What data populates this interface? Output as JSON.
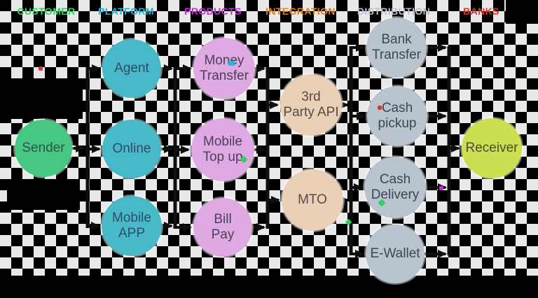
{
  "diagram": {
    "headers": [
      {
        "label": "CUSTOMER",
        "color": "#2fd066"
      },
      {
        "label": "PLATFORM",
        "color": "#25b6d2"
      },
      {
        "label": "PRODUCTS",
        "color": "#c32fd2"
      },
      {
        "label": "INTEGRATION",
        "color": "#dd7f1f"
      },
      {
        "label": "DISTRIBUTION",
        "color": "#b7c0ca"
      },
      {
        "label": "BANKS",
        "color": "#d8352b"
      }
    ],
    "nodes": [
      {
        "label": "Sender",
        "lines": [
          "Sender"
        ],
        "group": "CUSTOMER",
        "fill": "#46c883"
      },
      {
        "label": "Agent",
        "lines": [
          "Agent"
        ],
        "group": "PLATFORM",
        "fill": "#48b9c9"
      },
      {
        "label": "Online",
        "lines": [
          "Online"
        ],
        "group": "PLATFORM",
        "fill": "#48b9c9"
      },
      {
        "label": "Mobile APP",
        "lines": [
          "Mobile",
          "APP"
        ],
        "group": "PLATFORM",
        "fill": "#48b9c9"
      },
      {
        "label": "Money Transfer",
        "lines": [
          "Money",
          "Transfer"
        ],
        "group": "PRODUCTS",
        "fill": "#dfa9e3"
      },
      {
        "label": "Mobile Top up",
        "lines": [
          "Mobile",
          "Top up"
        ],
        "group": "PRODUCTS",
        "fill": "#dfa9e3"
      },
      {
        "label": "Bill Pay",
        "lines": [
          "Bill",
          "Pay"
        ],
        "group": "PRODUCTS",
        "fill": "#dfa9e3"
      },
      {
        "label": "3rd Party API",
        "lines": [
          "3rd",
          "Party API"
        ],
        "group": "INTEGRATION",
        "fill": "#ead0b6"
      },
      {
        "label": "MTO",
        "lines": [
          "MTO"
        ],
        "group": "INTEGRATION",
        "fill": "#ead0b6"
      },
      {
        "label": "Bank Transfer",
        "lines": [
          "Bank",
          "Transfer"
        ],
        "group": "DISTRIBUTION",
        "fill": "#b9c4cf"
      },
      {
        "label": "Cash pickup",
        "lines": [
          "Cash",
          "pickup"
        ],
        "group": "DISTRIBUTION",
        "fill": "#b9c4cf"
      },
      {
        "label": "Cash Delivery",
        "lines": [
          "Cash",
          "Delivery"
        ],
        "group": "DISTRIBUTION",
        "fill": "#b9c4cf"
      },
      {
        "label": "E-Wallet",
        "lines": [
          "E-Wallet"
        ],
        "group": "DISTRIBUTION",
        "fill": "#b9c4cf"
      },
      {
        "label": "Receiver",
        "lines": [
          "Receiver"
        ],
        "group": "BANKS",
        "fill": "#cede51"
      }
    ],
    "flow": [
      {
        "stage": "CUSTOMER",
        "nodes": [
          "Sender"
        ]
      },
      {
        "stage": "PLATFORM",
        "nodes": [
          "Agent",
          "Online",
          "Mobile APP"
        ]
      },
      {
        "stage": "PRODUCTS",
        "nodes": [
          "Money Transfer",
          "Mobile Top up",
          "Bill Pay"
        ]
      },
      {
        "stage": "INTEGRATION",
        "nodes": [
          "3rd Party API",
          "MTO"
        ]
      },
      {
        "stage": "DISTRIBUTION",
        "nodes": [
          "Bank Transfer",
          "Cash pickup",
          "Cash Delivery",
          "E-Wallet"
        ]
      },
      {
        "stage": "BANKS",
        "nodes": [
          "Receiver"
        ]
      }
    ],
    "arrow_direction": "left-to-right",
    "arrow_color": "#0f0f0f"
  }
}
